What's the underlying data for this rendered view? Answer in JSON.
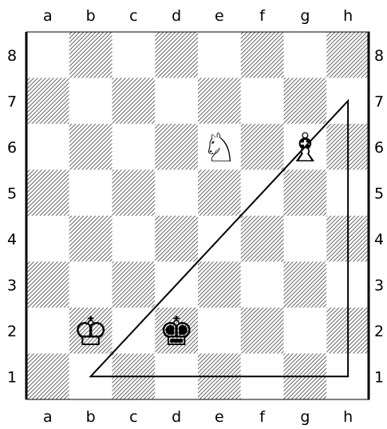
{
  "board": {
    "files": [
      "a",
      "b",
      "c",
      "d",
      "e",
      "f",
      "g",
      "h"
    ],
    "ranks": [
      "8",
      "7",
      "6",
      "5",
      "4",
      "3",
      "2",
      "1"
    ],
    "dark_square_style": "diagonal-hatch",
    "light_color": "#ffffff",
    "line_color": "#000000"
  },
  "pieces": [
    {
      "square": "e6",
      "color": "white",
      "type": "knight",
      "icon": "white-knight-icon",
      "glyph": "♘"
    },
    {
      "square": "g6",
      "color": "white",
      "type": "bishop",
      "icon": "white-bishop-icon",
      "glyph": "♗"
    },
    {
      "square": "b2",
      "color": "white",
      "type": "king",
      "icon": "white-king-icon",
      "glyph": "♔"
    },
    {
      "square": "d2",
      "color": "black",
      "type": "king",
      "icon": "black-king-icon",
      "glyph": "♚"
    }
  ],
  "annotations": [
    {
      "type": "triangle",
      "points": [
        "b1",
        "h1",
        "h7"
      ],
      "color": "#000000"
    }
  ]
}
